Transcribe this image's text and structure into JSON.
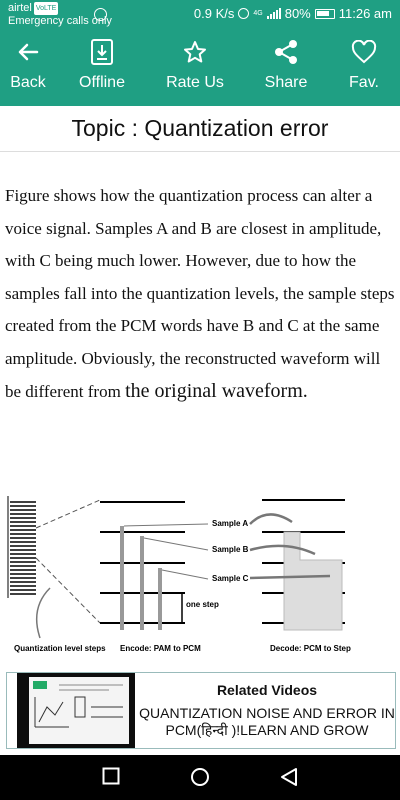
{
  "status_bar": {
    "carrier": "airtel",
    "volte": "VoLTE",
    "emergency": "Emergency calls only",
    "speed": "0.9 K/s",
    "network": "4G",
    "battery": "80%",
    "time": "11:26 am"
  },
  "toolbar": {
    "back": "Back",
    "offline": "Offline",
    "rate_us": "Rate Us",
    "share": "Share",
    "fav": "Fav."
  },
  "topic": {
    "title": "Topic : Quantization error"
  },
  "body": {
    "paragraph_main": "Figure  shows how the quantization process can alter a voice signal. Samples A and B are closest in amplitude, with C being much lower. However, due to how the samples fall into the quantization levels, the sample steps created from the PCM words have B and C at the same amplitude. Obviously, the reconstructed waveform will be different from ",
    "paragraph_end": "the original waveform."
  },
  "figure": {
    "sample_a": "Sample A",
    "sample_b": "Sample B",
    "sample_c": "Sample C",
    "one_step": "one step",
    "caption_left": "Quantization level steps",
    "caption_mid": "Encode:  PAM to PCM",
    "caption_right": "Decode:  PCM to Step"
  },
  "related": {
    "title": "Related Videos",
    "video_title": "QUANTIZATION NOISE AND ERROR IN PCM(हिन्दी )!LEARN AND GROW"
  },
  "colors": {
    "accent": "#1f9f83",
    "nav_bar": "#000000"
  }
}
